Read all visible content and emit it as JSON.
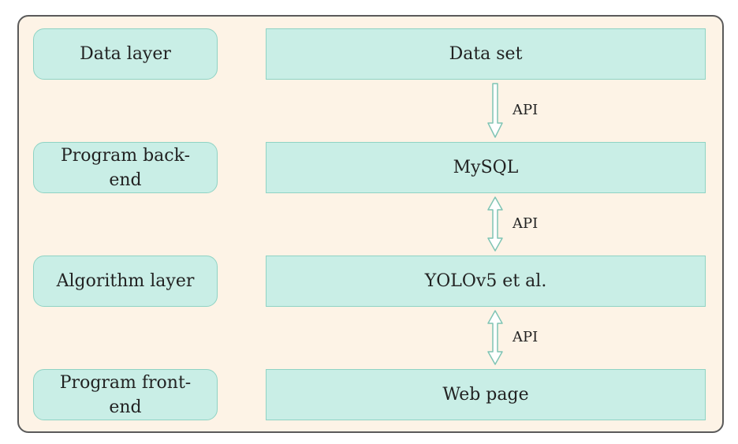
{
  "rows": [
    {
      "layer": "Data layer",
      "component": "Data set"
    },
    {
      "layer": "Program back-end",
      "component": "MySQL"
    },
    {
      "layer": "Algorithm layer",
      "component": "YOLOv5 et al."
    },
    {
      "layer": "Program front-end",
      "component": "Web page"
    }
  ],
  "connectors": [
    {
      "label": "API",
      "direction": "down"
    },
    {
      "label": "API",
      "direction": "both"
    },
    {
      "label": "API",
      "direction": "both"
    }
  ],
  "colors": {
    "background": "#fdf3e6",
    "box_fill": "#c9eee6",
    "box_border": "#8fd3c4",
    "frame_border": "#5a5a5a"
  }
}
